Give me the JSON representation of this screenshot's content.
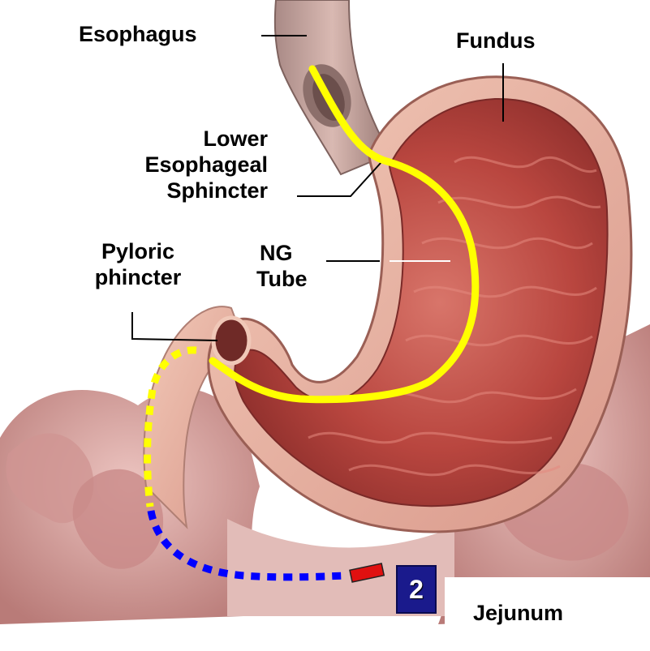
{
  "labels": {
    "esophagus": "Esophagus",
    "fundus": "Fundus",
    "les_line1": "Lower",
    "les_line2": "Esophageal",
    "les_line3": "Sphincter",
    "pyloric_line1": "Pyloric",
    "pyloric_line2": "phincter",
    "ng_line1": "NG",
    "ng_line2": "Tube",
    "jejunum": "Jejunum"
  },
  "badge": {
    "number": "2"
  },
  "colors": {
    "ng_tube": "#ffff00",
    "jejunal_segment": "#0000ff",
    "tube_tip": "#e01010",
    "badge_bg": "#1a1a8c",
    "stomach_interior": "#c0504a",
    "stomach_wall": "#e8b0a0",
    "intestine": "#d9a3a0"
  }
}
